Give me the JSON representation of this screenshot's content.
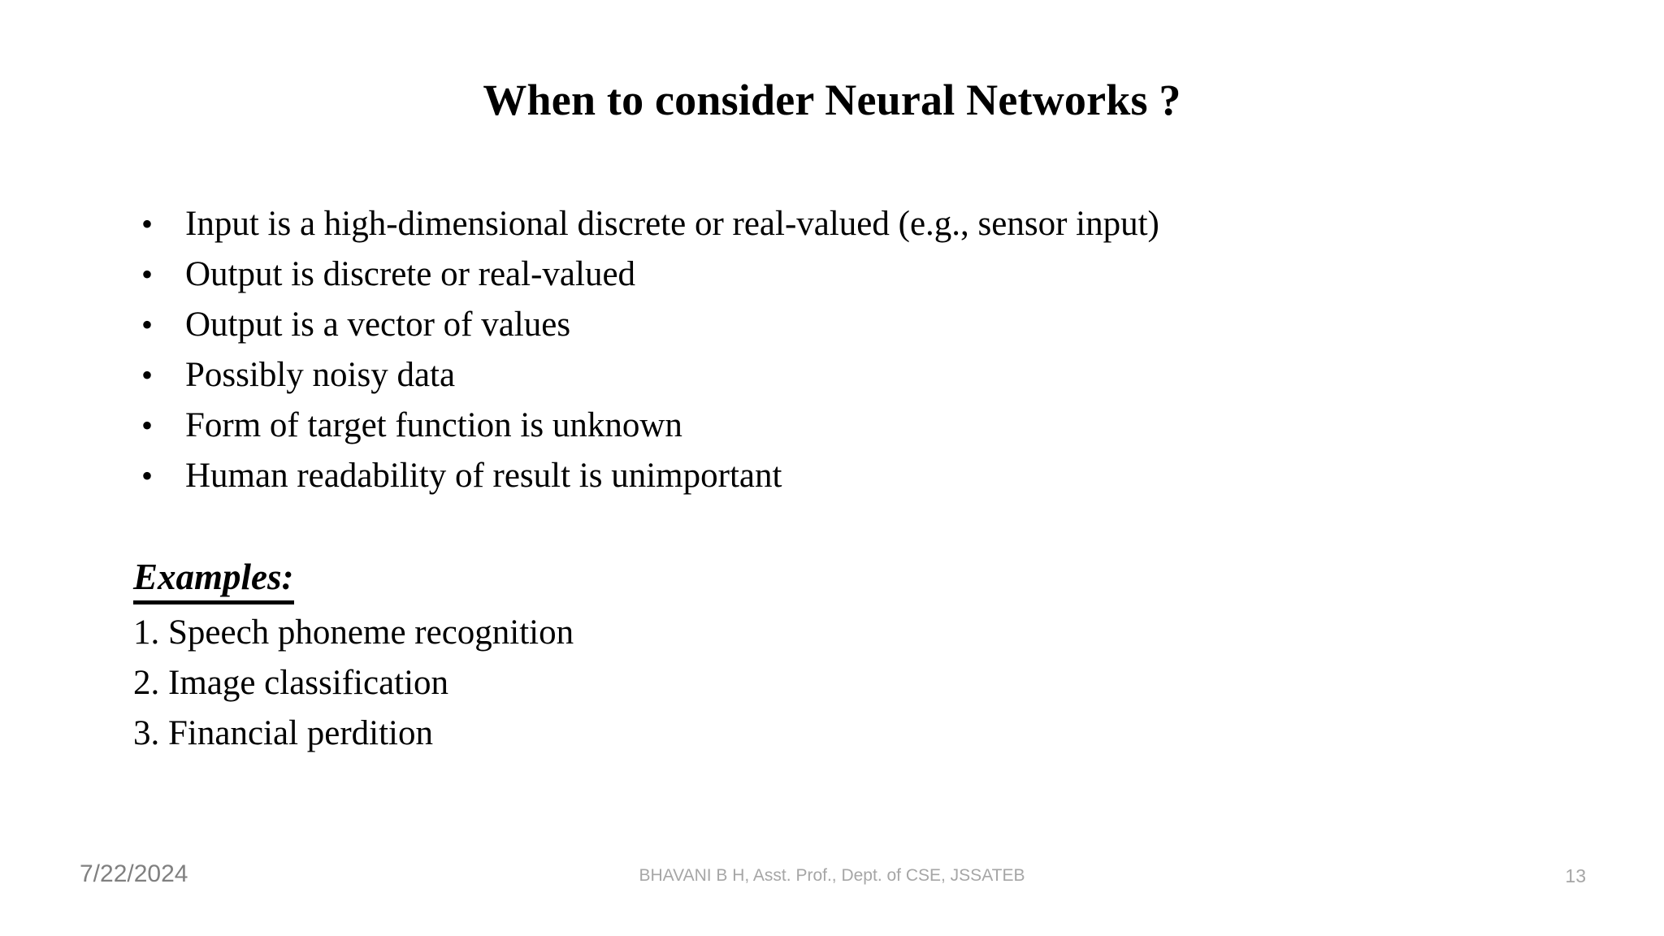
{
  "slide": {
    "title": "When to consider Neural Networks ?",
    "background_color": "#ffffff",
    "text_color": "#000000"
  },
  "bullets": [
    {
      "marker": "•",
      "text": "Input is a high-dimensional discrete or real-valued (e.g., sensor input)"
    },
    {
      "marker": "•",
      "text": "Output is discrete or real-valued"
    },
    {
      "marker": "•",
      "text": "Output is a vector of values"
    },
    {
      "marker": "•",
      "text": "Possibly noisy data"
    },
    {
      "marker": "•",
      "text": "Form of target function is unknown"
    },
    {
      "marker": "•",
      "text": "Human readability of result is unimportant"
    }
  ],
  "examples": {
    "heading": "Examples:",
    "items": [
      {
        "text": "1. Speech phoneme recognition"
      },
      {
        "text": "2. Image classification"
      },
      {
        "text": "3. Financial perdition"
      }
    ]
  },
  "footer": {
    "date": "7/22/2024",
    "attribution": "BHAVANI B H, Asst. Prof., Dept. of CSE, JSSATEB",
    "page_number": "13",
    "color": "#808080"
  }
}
